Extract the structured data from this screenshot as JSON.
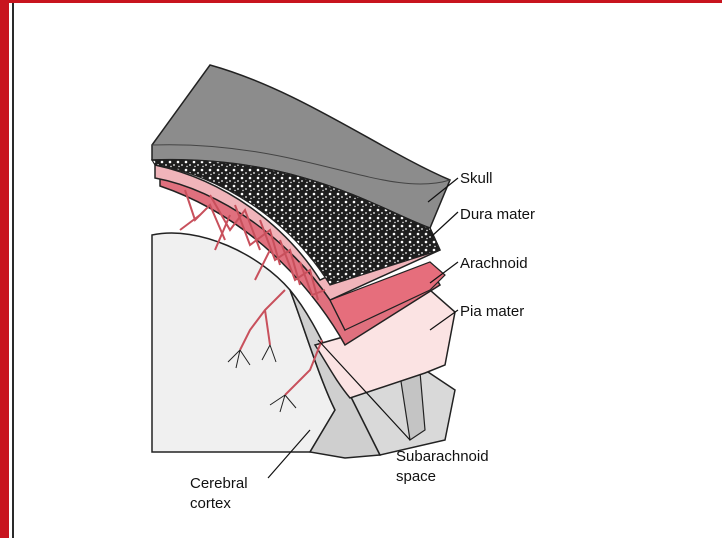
{
  "labels": {
    "skull": "Skull",
    "dura": "Dura mater",
    "arachnoid": "Arachnoid",
    "pia": "Pia mater",
    "subarachnoid_1": "Subarachnoid",
    "subarachnoid_2": "space",
    "cortex_1": "Cerebral",
    "cortex_2": "cortex"
  },
  "colors": {
    "frame": "#c8141e",
    "skull": "#8a8a8a",
    "dura": "#f0b4ba",
    "arachnoid": "#e0707e",
    "pia": "#fbe3e3",
    "cortex": "#e6e6e6",
    "vessel": "#c8505c"
  }
}
